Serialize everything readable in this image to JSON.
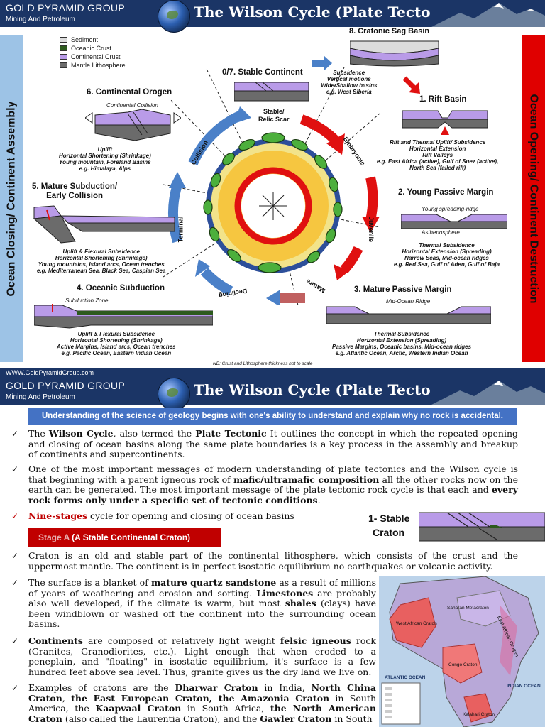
{
  "header": {
    "company": "GOLD PYRAMID GROUP",
    "subtitle": "Mining And Petroleum",
    "title": "The Wilson Cycle (Plate Tectonics)"
  },
  "slide1": {
    "left_sidebar": "Ocean Closing/ Continent Assembly",
    "right_sidebar": "Ocean Opening/ Continent Destruction",
    "legend": [
      "Sediment",
      "Oceanic Crust",
      "Continental Crust",
      "Mantle Lithosphere"
    ],
    "legend_colors": [
      "#dcdcdc",
      "#2d5a1e",
      "#b99be8",
      "#6b6b6b"
    ],
    "center_label": "Stable/\nRelic Scar",
    "arrow_labels": [
      "Embryonic",
      "Juvenile",
      "Mature",
      "Declining",
      "Terminal",
      "Collision"
    ],
    "stages": [
      {
        "name": "0/7. Stable Continent",
        "lines": []
      },
      {
        "name": "8. Cratonic Sag Basin",
        "lines": [
          "Subsidence",
          "Vertical motions",
          "Wide-Shallow basins",
          "e.g. West Siberia"
        ]
      },
      {
        "name": "1. Rift Basin",
        "lines": [
          "Rift and Thermal Uplift/ Subsidence",
          "Horizontal Extension",
          "Rift Valleys",
          "e.g. East Africa (active), Gulf of Suez (active),",
          "North Sea (failed rift)"
        ]
      },
      {
        "name": "2. Young Passive Margin",
        "lines": [
          "Thermal Subsidence",
          "Horizontal Extension (Spreading)",
          "Narrow Seas, Mid-ocean ridges",
          "e.g. Red Sea, Gulf of Aden, Gulf of Baja"
        ]
      },
      {
        "name": "3. Mature Passive Margin",
        "lines": [
          "Thermal Subsidence",
          "Horizontal Extension (Spreading)",
          "Passive Margins, Oceanic basins, Mid-ocean ridges",
          "e.g. Atlantic Ocean, Arctic, Western Indian Ocean"
        ]
      },
      {
        "name": "4. Oceanic Subduction",
        "lines": [
          "Uplift & Flexural Subsidence",
          "Horizontal Shortening (Shrinkage)",
          "Active Margins, Island arcs, Ocean trenches",
          "e.g. Pacific Ocean, Eastern Indian Ocean"
        ]
      },
      {
        "name": "5. Mature Subduction/\nEarly Collision",
        "lines": [
          "Uplift & Flexural Subsidence",
          "Horizontal Shortening (Shrinkage)",
          "Young mountains, Island arcs, Ocean trenches",
          "e.g. Mediterranean Sea, Black Sea, Caspian Sea"
        ]
      },
      {
        "name": "6. Continental Orogen",
        "lines": [
          "Uplift",
          "Horizontal Shortening (Shrinkage)",
          "Young mountain, Foreland Basins",
          "e.g. Himalaya, Alps"
        ]
      }
    ],
    "section_labels": {
      "continental_collision": "Continental Collision",
      "young_ridge": "Young spreading-ridge",
      "asthenosphere": "Asthenosphere",
      "mid_ocean_ridge": "Mid-Ocean Ridge",
      "subduction_zone": "Subduction Zone"
    },
    "note": "NB: Crust and Lithosphere thickness not to scale",
    "footer": "WWW.GoldPyramidGroup.com"
  },
  "slide2": {
    "banner": "Understanding of the science of geology begins with one's ability to understand and explain why no rock is accidental.",
    "stage_title_prefix": "Stage A",
    "stage_title": "(A Stable Continental Craton)",
    "figure_label_1": "1- Stable",
    "figure_label_2": "Craton",
    "map_labels": {
      "atlantic": "ATLANTIC OCEAN",
      "indian": "INDIAN OCEAN",
      "west_african": "West African Craton",
      "congo": "Congo Craton",
      "kalahari": "Kalahari Craton",
      "saharan": "Saharan Metacraton",
      "east_african": "East African Orogen"
    }
  }
}
